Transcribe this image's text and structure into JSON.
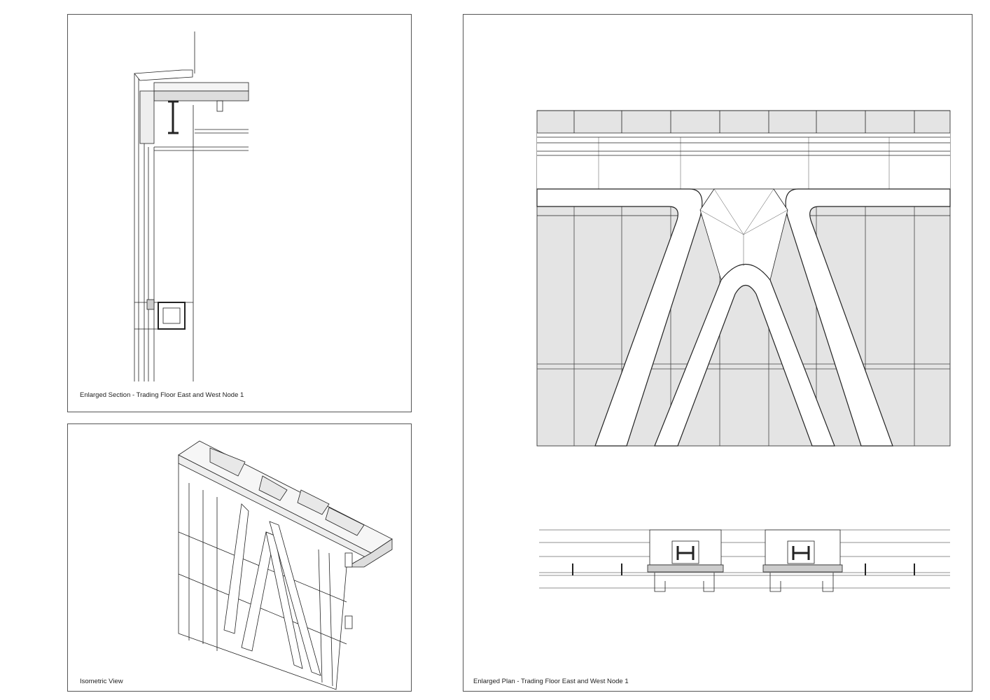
{
  "panels": {
    "section": {
      "caption": "Enlarged Section - Trading Floor East and West Node 1"
    },
    "isometric": {
      "caption": "Isometric View"
    },
    "plan": {
      "caption": "Enlarged Plan - Trading Floor East and West Node 1"
    }
  },
  "colors": {
    "line": "#222222",
    "glass": "#e4e4e4",
    "frame": "#555555"
  }
}
